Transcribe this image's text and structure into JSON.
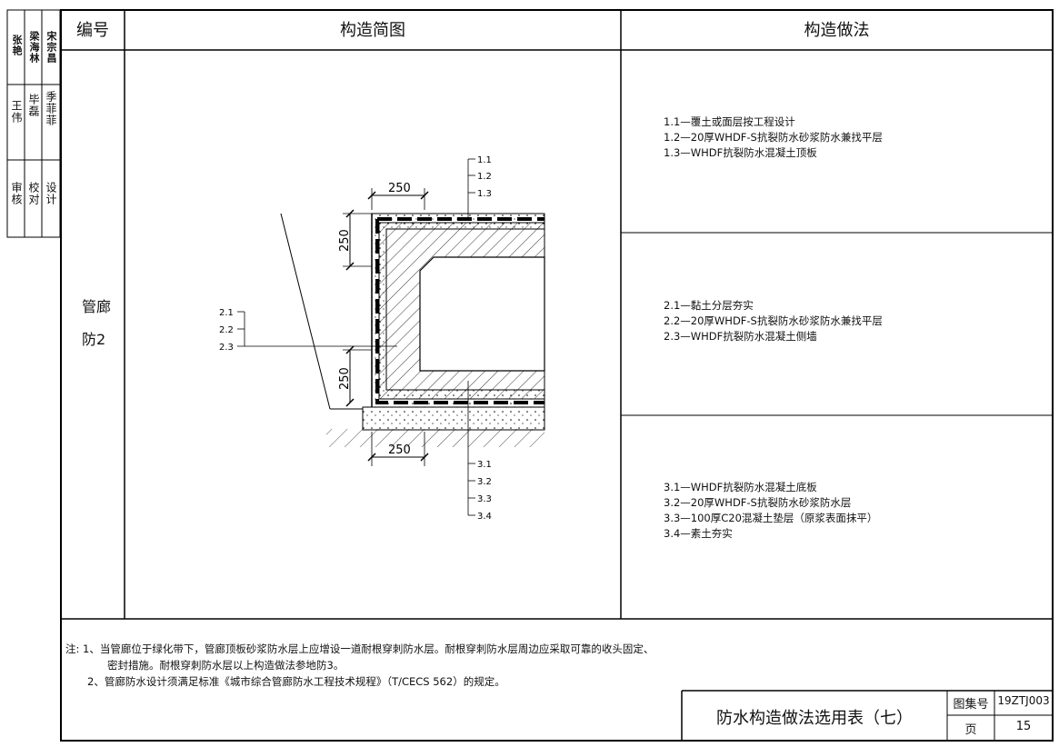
{
  "side_column": {
    "names": [
      "张艳",
      "梁海林",
      "宋宗昌",
      "王伟",
      "毕磊",
      "季菲菲"
    ],
    "roles": [
      "审核",
      "校对",
      "设计"
    ]
  },
  "table": {
    "headers": [
      "编号",
      "构造简图",
      "构造做法"
    ],
    "row_id": "管廊\n防2",
    "row_id_line1": "管廊",
    "row_id_line2": "防2",
    "spec_groups": [
      [
        "1.1—覆土或面层按工程设计",
        "1.2—20厚WHDF-S抗裂防水砂浆防水兼找平层",
        "1.3—WHDF抗裂防水混凝土顶板"
      ],
      [
        "2.1—黏土分层夯实",
        "2.2—20厚WHDF-S抗裂防水砂浆防水兼找平层",
        "2.3—WHDF抗裂防水混凝土侧墙"
      ],
      [
        "3.1—WHDF抗裂防水混凝土底板",
        "3.2—20厚WHDF-S抗裂防水砂浆防水层",
        "3.3—100厚C20混凝土垫层（原浆表面抹平）",
        "3.4—素土夯实"
      ]
    ]
  },
  "diagram": {
    "dims": [
      "250",
      "250",
      "250",
      "250"
    ],
    "labels_top": [
      "1.1",
      "1.2",
      "1.3"
    ],
    "labels_side": [
      "2.1",
      "2.2",
      "2.3"
    ],
    "labels_bottom": [
      "3.1",
      "3.2",
      "3.3",
      "3.4"
    ]
  },
  "notes": {
    "line1": "注: 1、当管廊位于绿化带下，管廊顶板砂浆防水层上应增设一道耐根穿刺防水层。耐根穿刺防水层周边应采取可靠的收头固定、",
    "line2": "密封措施。耐根穿刺防水层以上构造做法参地防3。",
    "line3": "2、管廊防水设计须满足标准《城市综合管廊防水工程技术规程》（T/CECS 562）的规定。"
  },
  "title_block": {
    "title": "防水构造做法选用表（七）",
    "atlas_label": "图集号",
    "atlas_value": "19ZTJ003",
    "page_label": "页",
    "page_value": "15"
  }
}
